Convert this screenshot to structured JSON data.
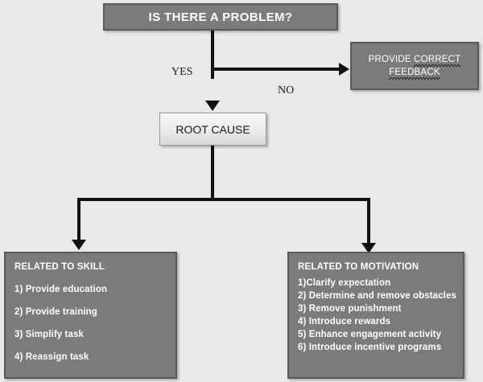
{
  "diagram": {
    "background_color": "#e9e9e9",
    "node_fill_dark": "#7b7b7b",
    "node_fill_light": "#eeeeee",
    "connector_color": "#111111",
    "title": {
      "label": "IS THERE A PROBLEM?"
    },
    "feedback": {
      "line1_prefix": "PROVIDE ",
      "line1_misspelled": "CORRECT",
      "line2_misspelled": "FEEDBACK"
    },
    "root_cause": {
      "label": "ROOT CAUSE"
    },
    "branches": {
      "yes_label": "YES",
      "no_label": "NO"
    },
    "skill": {
      "heading": "RELATED TO SKILL",
      "items": [
        "1) Provide education",
        "2) Provide training",
        "3) Simplify task",
        "4) Reassign task"
      ]
    },
    "motivation": {
      "heading": "RELATED TO MOTIVATION",
      "items": [
        "1)Clarify expectation",
        "2) Determine and remove obstacles",
        "3) Remove punishment",
        "4) Introduce rewards",
        "5) Enhance engagement activity",
        "6) Introduce incentive programs"
      ]
    }
  }
}
